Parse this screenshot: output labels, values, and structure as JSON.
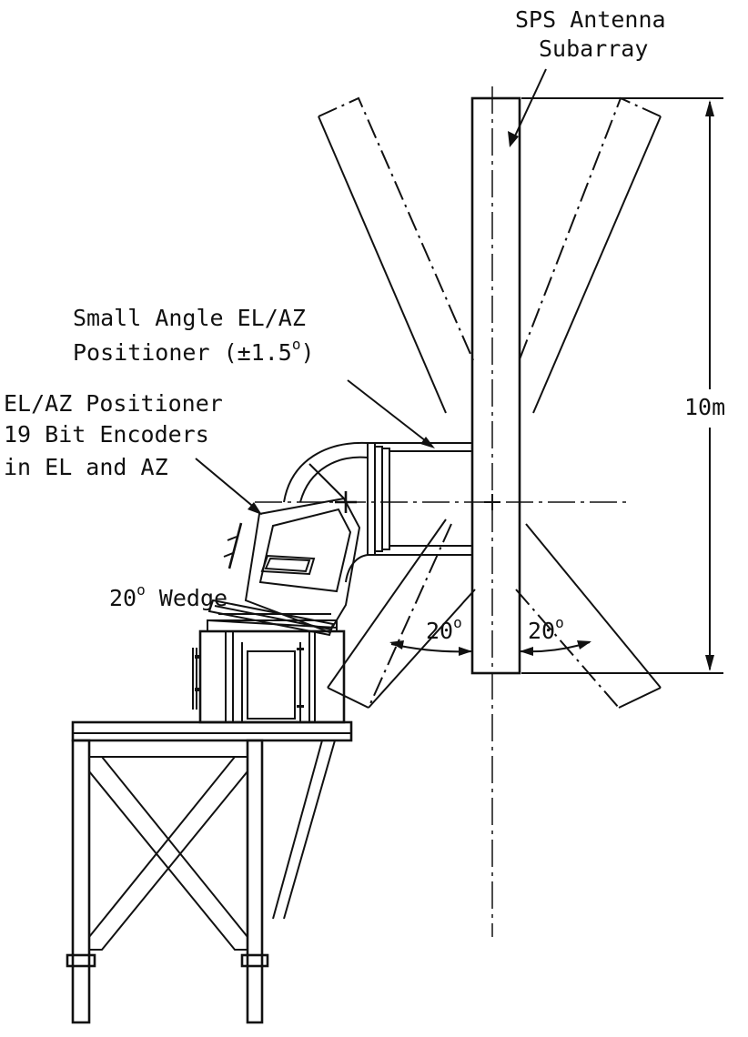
{
  "labels": {
    "subarray_line1": "SPS Antenna",
    "subarray_line2": "Subarray",
    "small_positioner_line1": "Small Angle EL/AZ",
    "small_positioner_line2_pre": "Positioner (±1.5",
    "small_positioner_line2_sup": "o",
    "small_positioner_line2_post": ")",
    "positioner_line1": "EL/AZ Positioner",
    "positioner_line2": "19 Bit Encoders",
    "positioner_line3": "in EL and AZ",
    "wedge_pre": "20",
    "wedge_sup": "o",
    "wedge_post": " Wedge",
    "height_dimension": "10m",
    "tilt_left_pre": "20",
    "tilt_left_sup": "o",
    "tilt_right_pre": "20",
    "tilt_right_sup": "o"
  }
}
